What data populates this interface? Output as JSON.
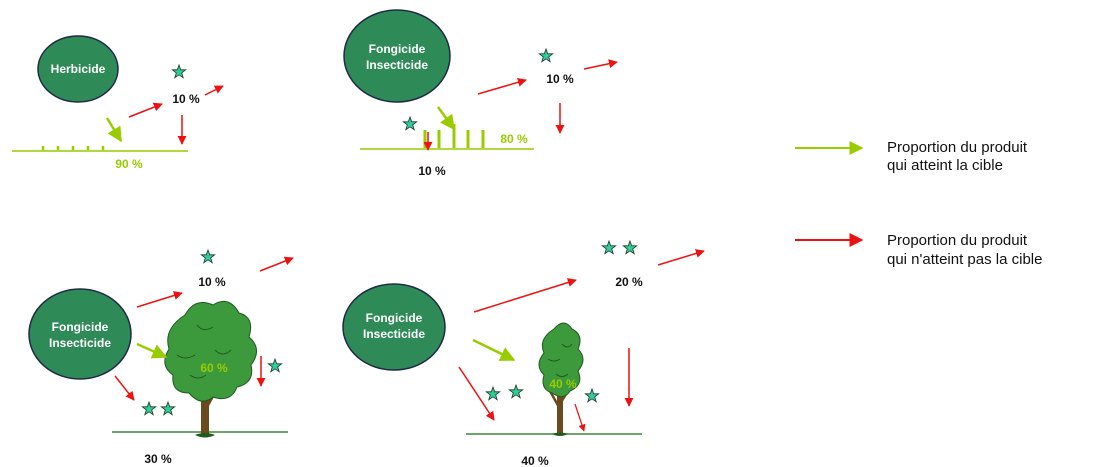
{
  "colors": {
    "ellipse_fill": "#2e8b57",
    "ellipse_stroke": "#1f2a44",
    "on_target": "#99cc00",
    "off_target": "#ee1111",
    "star": "#33cc99",
    "ground": "#3a8a3a",
    "tree_foliage": "#3c9a3c",
    "trunk": "#6b4a1e"
  },
  "panels": {
    "herbicide": {
      "ellipse_label": "Herbicide",
      "on_target_pct": "90 %",
      "drift_pct": "10 %"
    },
    "fongicide_field": {
      "ellipse_line1": "Fongicide",
      "ellipse_line2": "Insecticide",
      "on_target_pct": "80 %",
      "drift_pct": "10 %",
      "ground_pct": "10 %"
    },
    "fongicide_tree_large": {
      "ellipse_line1": "Fongicide",
      "ellipse_line2": "Insecticide",
      "on_target_pct": "60 %",
      "drift_pct": "10 %",
      "ground_pct": "30 %"
    },
    "fongicide_tree_small": {
      "ellipse_line1": "Fongicide",
      "ellipse_line2": "Insecticide",
      "on_target_pct": "40 %",
      "drift_pct": "20 %",
      "ground_pct": "40 %"
    }
  },
  "legend": {
    "on_target_line1": "Proportion du produit",
    "on_target_line2": "qui atteint la cible",
    "off_target_line1": "Proportion du produit",
    "off_target_line2": "qui n'atteint pas la cible"
  }
}
